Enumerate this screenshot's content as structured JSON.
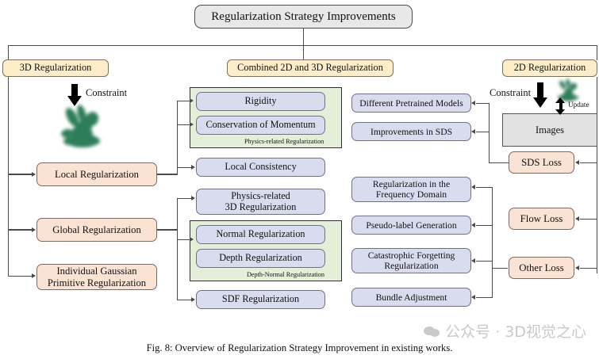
{
  "figure": {
    "caption": "Fig. 8: Overview of Regularization Strategy Improvement in existing works.",
    "title_box": "Regularization Strategy Improvements"
  },
  "watermark": {
    "text": "公众号 · 3D视觉之心",
    "icon": "wechat-icon"
  },
  "branches": {
    "left": "3D Regularization",
    "center": "Combined 2D and 3D Regularization",
    "right": "2D Regularization"
  },
  "left_column": {
    "constraint_label": "Constraint",
    "items": [
      "Local Regularization",
      "Global Regularization",
      "Individual Gaussian\nPrimitive Regularization"
    ],
    "item_lines": [
      [
        "Local Regularization"
      ],
      [
        "Global Regularization"
      ],
      [
        "Individual Gaussian",
        "Primitive Regularization"
      ]
    ]
  },
  "center_column": {
    "physics_group": {
      "label": "Physics-related Regularization",
      "items": [
        "Rigidity",
        "Conservation of Momentum"
      ]
    },
    "local_consistency": "Local Consistency",
    "physics_3d": {
      "lines": [
        "Physics-related",
        "3D Regularization"
      ]
    },
    "depth_normal_group": {
      "label": "Depth-Normal Regularization",
      "items": [
        "Normal Regularization",
        "Depth Regularization"
      ]
    },
    "sdf": "SDF Regularization"
  },
  "right_mid_column": {
    "top_items": [
      "Different Pretrained Models",
      "Improvements in SDS"
    ],
    "bottom_items": [
      {
        "lines": [
          "Regularization in the",
          "Frequency Domain"
        ]
      },
      {
        "lines": [
          "Pseudo-label Generation"
        ]
      },
      {
        "lines": [
          "Catastrophic Forgetting",
          "Regularization"
        ]
      },
      {
        "lines": [
          "Bundle Adjustment"
        ]
      }
    ]
  },
  "right_column": {
    "constraint_label": "Constraint",
    "update_label": "Update",
    "images_box": "Images",
    "losses": [
      "SDS Loss",
      "Flow Loss",
      "Other Loss"
    ]
  },
  "colors": {
    "yellow_box": "#fdeec9",
    "blue_box": "#d9dcee",
    "peach_box": "#fbe3d4",
    "green_group": "#e3efd9",
    "grey_box": "#e2e2e2",
    "title_box": "#e8e8e8",
    "connector": "#4a4a4a",
    "bunny": "#2e7d59",
    "watermark": "#c9c9c9"
  }
}
